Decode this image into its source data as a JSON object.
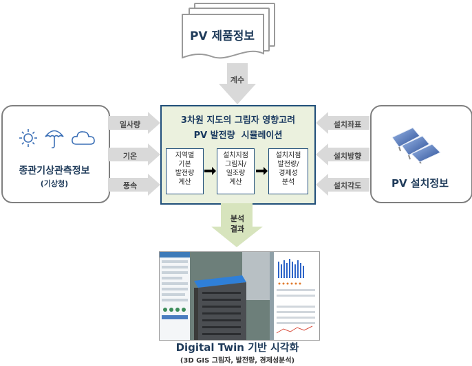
{
  "product_info": {
    "title": "PV 제품정보",
    "arrow_label": "계수"
  },
  "weather": {
    "title": "종관기상관측정보",
    "subtitle": "(기상청)",
    "icons": [
      "sun-icon",
      "umbrella-icon",
      "cloud-icon"
    ]
  },
  "weather_inputs": [
    "일사량",
    "기온",
    "풍속"
  ],
  "simulation": {
    "title_line1": "3차원 지도의 그림자 영향고려",
    "title_line2": "PV 발전량  시뮬레이션",
    "steps": [
      "지역별\n기본\n발전량\n계산",
      "설치지점\n그림자/\n일조량\n계산",
      "설치지점\n발전량/\n경제성\n분석"
    ]
  },
  "install_inputs": [
    "설치좌표",
    "설치방향",
    "설치각도"
  ],
  "install_info": {
    "title": "PV 설치정보"
  },
  "result_arrow_label": [
    "분석",
    "결과"
  ],
  "output": {
    "title": "Digital Twin 기반 시각화",
    "subtitle": "(3D GIS 그림자, 발전량, 경제성분석)"
  },
  "colors": {
    "arrow_fill": "#d9d9d9",
    "result_arrow_fill": "#d7e4bd",
    "center_fill": "#ebf1de",
    "center_border": "#1f4e79",
    "title_text": "#1f3b5a"
  }
}
